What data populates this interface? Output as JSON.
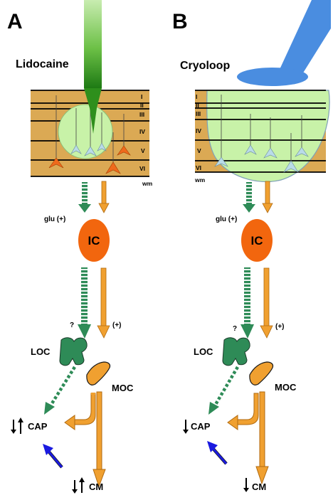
{
  "panels": [
    {
      "letter": "A",
      "method": "Lidocaine",
      "layers": [
        "I",
        "II",
        "III",
        "IV",
        "V",
        "VI"
      ],
      "white_matter": "wm",
      "glu_label": "glu (+)",
      "ic_label": "IC",
      "question": "?",
      "plus": "(+)",
      "loc_label": "LOC",
      "moc_label": "MOC",
      "cap_label": "CAP",
      "cm_label": "CM",
      "cap_change": "decrease-increase",
      "cm_change": "decrease-increase"
    },
    {
      "letter": "B",
      "method": "Cryoloop",
      "layers": [
        "I",
        "II",
        "III",
        "IV",
        "V",
        "VI"
      ],
      "white_matter": "wm",
      "glu_label": "glu (+)",
      "ic_label": "IC",
      "question": "?",
      "plus": "(+)",
      "loc_label": "LOC",
      "moc_label": "MOC",
      "cap_label": "CAP",
      "cm_label": "CM",
      "cap_change": "decrease",
      "cm_change": "decrease"
    }
  ],
  "colors": {
    "cortex": "#dba954",
    "inactivated_zone": "#c8f2a8",
    "inactivated_neuron": "#b9dbe8",
    "active_neuron": "#ef6a1c",
    "ic_nucleus": "#f2660e",
    "loc_pathway": "#2e8b57",
    "moc_pathway": "#f0a030",
    "cryoloop": "#4a8de0",
    "syringe": "#3c9a28",
    "feedback_arrow": "#1a1ae0"
  }
}
